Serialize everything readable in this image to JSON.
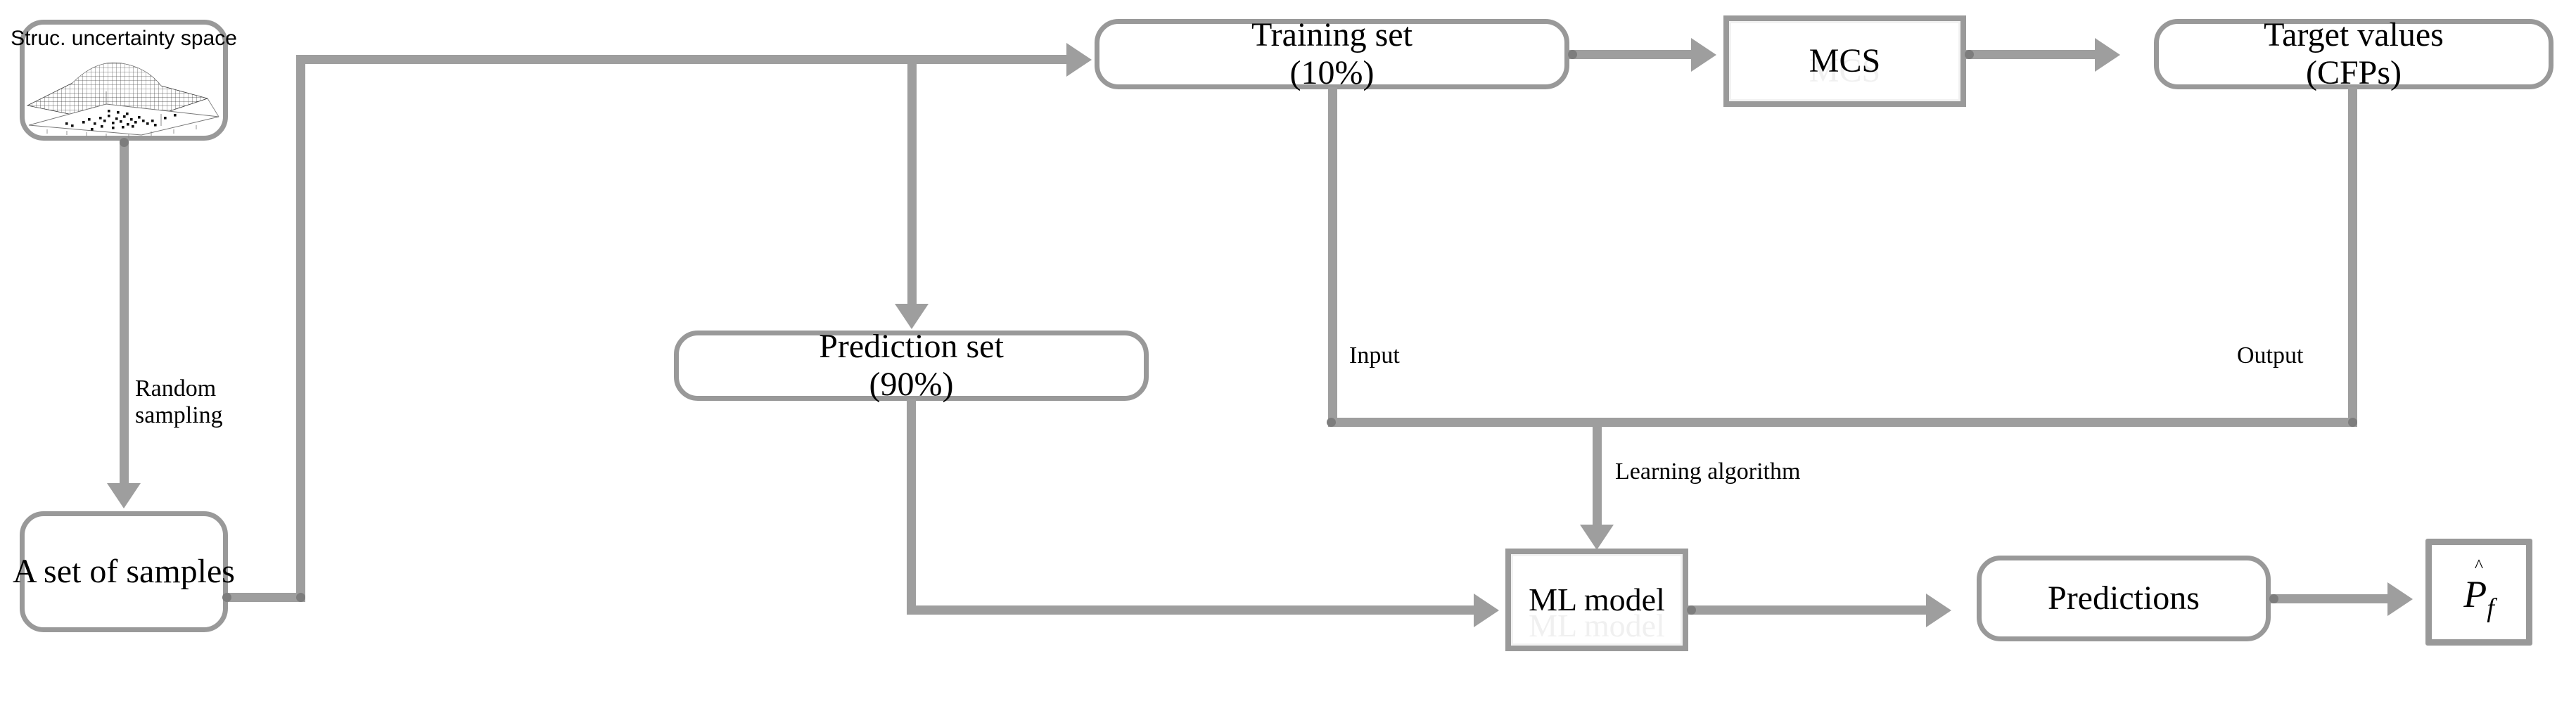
{
  "diagram": {
    "title_note": "ML-based structural reliability workflow",
    "accent_gray": "#9e9e9e",
    "joint_gray": "#7d7d7d",
    "text_color": "#000000"
  },
  "nodes": {
    "uncertainty_space": {
      "caption": "Struc. uncertainty space"
    },
    "set_of_samples": {
      "label": "A set of samples"
    },
    "training_set": {
      "line1": "Training set",
      "line2": "(10%)"
    },
    "prediction_set": {
      "line1": "Prediction set",
      "line2": "(90%)"
    },
    "mcs": {
      "label": "MCS"
    },
    "target_values": {
      "line1": "Target values",
      "line2": "(CFPs)"
    },
    "ml_model": {
      "label": "ML model"
    },
    "predictions": {
      "label": "Predictions"
    },
    "pf": {
      "hat": "^",
      "symbol": "P",
      "subscript": "f"
    }
  },
  "edge_labels": {
    "random_sampling_line1": "Random",
    "random_sampling_line2": "sampling",
    "input": "Input",
    "output": "Output",
    "learning_algorithm": "Learning algorithm"
  },
  "icons": {
    "surface_plot": "surface-plot-icon",
    "scatter_plane": "scatter-plane-icon"
  }
}
